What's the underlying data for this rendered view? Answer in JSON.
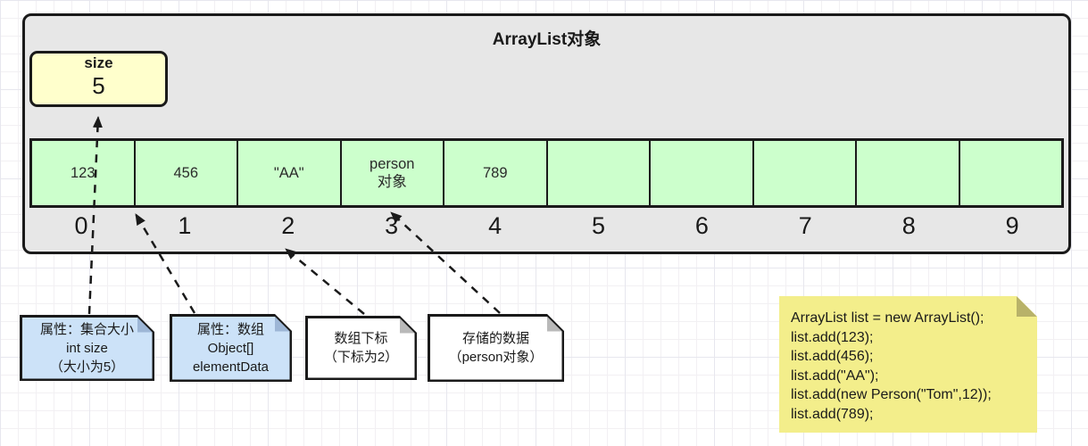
{
  "diagram": {
    "container_title": "ArrayList对象",
    "size_box": {
      "label": "size",
      "value": "5"
    },
    "array": {
      "cells": [
        {
          "index": "0",
          "value": "123"
        },
        {
          "index": "1",
          "value": "456"
        },
        {
          "index": "2",
          "value": "\"AA\""
        },
        {
          "index": "3",
          "value": "person\n对象"
        },
        {
          "index": "4",
          "value": "789"
        },
        {
          "index": "5",
          "value": ""
        },
        {
          "index": "6",
          "value": ""
        },
        {
          "index": "7",
          "value": ""
        },
        {
          "index": "8",
          "value": ""
        },
        {
          "index": "9",
          "value": ""
        }
      ]
    },
    "notes": [
      {
        "style": "blue",
        "lines": [
          "属性：集合大小",
          "int size",
          "（大小为5）"
        ]
      },
      {
        "style": "blue",
        "lines": [
          "属性：数组",
          "Object[]",
          "elementData"
        ]
      },
      {
        "style": "white",
        "lines": [
          "数组下标",
          "（下标为2）"
        ]
      },
      {
        "style": "white",
        "lines": [
          "存储的数据",
          "（person对象）"
        ]
      }
    ],
    "code_note": {
      "lines": [
        "ArrayList list = new ArrayList();",
        "list.add(123);",
        "list.add(456);",
        "list.add(\"AA\");",
        "list.add(new Person(\"Tom\",12));",
        "list.add(789);"
      ]
    },
    "colors": {
      "container_fill": "#e7e7e7",
      "cell_fill": "#ccffcc",
      "size_box_fill": "#ffffcc",
      "blue_note_fill": "#cce2f8",
      "white_note_fill": "#ffffff",
      "sticky_fill": "#f3ee8b",
      "stroke": "#1a1a1a"
    }
  }
}
